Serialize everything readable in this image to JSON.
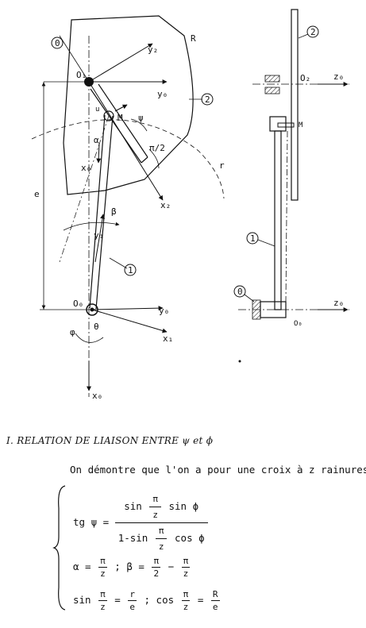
{
  "figure": {
    "labels": {
      "body0": "0",
      "body1": "1",
      "body2": "2",
      "o1": "O₁",
      "o0": "O₀",
      "o2": "O₂",
      "m": "M",
      "R": "R",
      "r": "r",
      "e": "e",
      "y2": "y₂",
      "y0": "y₀",
      "x0": "x₀",
      "x1": "x₁",
      "x2": "x₂",
      "y1": "y₁",
      "u": "u",
      "z0": "z₀",
      "alpha": "α",
      "beta": "β",
      "theta": "θ",
      "phi": "φ",
      "psi": "ψ",
      "piover2": "π/2"
    }
  },
  "text": {
    "heading": "I. RELATION DE LIAISON ENTRE ψ et ϕ",
    "intro": "On démontre que l'on a pour une croix à z rainures",
    "eq1": {
      "lhs": "tg ψ =",
      "num_a": "sin",
      "num_frac_n": "π",
      "num_frac_d": "z",
      "num_b": "sin ϕ",
      "den_a": "1-sin",
      "den_frac_n": "π",
      "den_frac_d": "z",
      "den_b": "cos ϕ"
    },
    "eq2": {
      "alpha": "α =",
      "f1_n": "π",
      "f1_d": "z",
      "sep": ";",
      "beta": "β =",
      "f2_n": "π",
      "f2_d": "2",
      "minus": "−",
      "f3_n": "π",
      "f3_d": "z"
    },
    "eq3": {
      "sin": "sin",
      "f1_n": "π",
      "f1_d": "z",
      "eq": "=",
      "f2_n": "r",
      "f2_d": "e",
      "sep": ";",
      "cos": "cos",
      "f3_n": "π",
      "f3_d": "z",
      "eq2": "=",
      "f4_n": "R",
      "f4_d": "e"
    }
  }
}
